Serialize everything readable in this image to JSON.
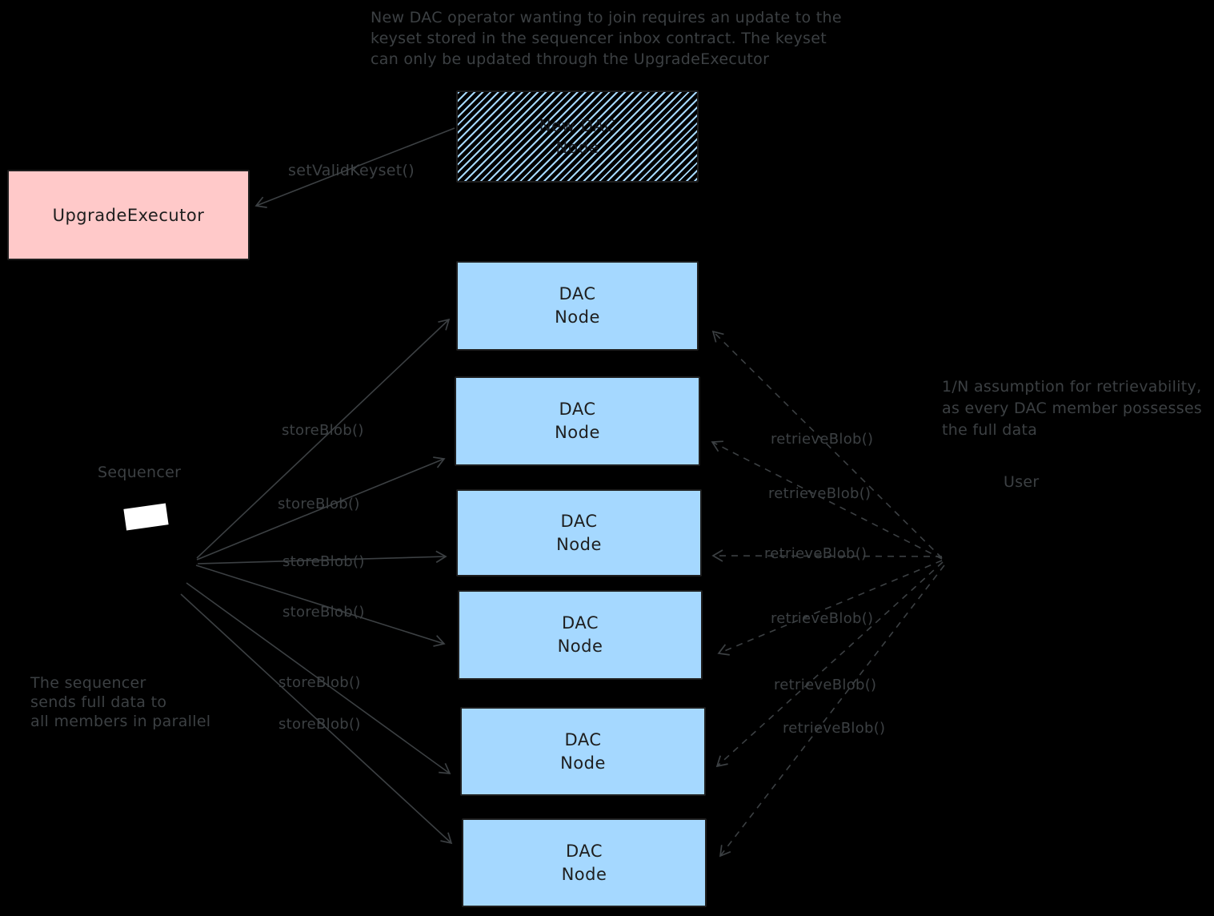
{
  "diagram": {
    "colors": {
      "bg": "#000000",
      "ink": "#3c4043",
      "stroke": "#1e1e1e",
      "node-fill": "#a5d8ff",
      "exec-fill": "#ffc9c9",
      "screen": "#ffffff"
    },
    "top_note": [
      "New DAC operator wanting to join requires an update to the",
      "keyset stored in the sequencer inbox contract. The keyset",
      "can only be updated through the UpgradeExecutor"
    ],
    "right_note": [
      "1/N assumption for retrievability,",
      "as every DAC member possesses",
      "the full data"
    ],
    "left_note": [
      "The sequencer",
      "sends full data to",
      "all members in parallel"
    ],
    "nodes": {
      "upgrade_executor": {
        "label": "UpgradeExecutor"
      },
      "new_dac_node": {
        "lines": [
          "New DAC",
          "Node"
        ]
      },
      "dac_nodes": [
        {
          "lines": [
            "DAC",
            "Node"
          ]
        },
        {
          "lines": [
            "DAC",
            "Node"
          ]
        },
        {
          "lines": [
            "DAC",
            "Node"
          ]
        },
        {
          "lines": [
            "DAC",
            "Node"
          ]
        },
        {
          "lines": [
            "DAC",
            "Node"
          ]
        },
        {
          "lines": [
            "DAC",
            "Node"
          ]
        }
      ],
      "sequencer": {
        "label": "Sequencer"
      },
      "user": {
        "label": "User"
      }
    },
    "edges": {
      "set_valid_keyset_label": "setValidKeyset()",
      "store_blob_labels": [
        "storeBlob()",
        "storeBlob()",
        "storeBlob()",
        "storeBlob()",
        "storeBlob()",
        "storeBlob()"
      ],
      "retrieve_blob_labels": [
        "retrieveBlob()",
        "retrieveBlob()",
        "retrieveBlob()",
        "retrieveBlob()",
        "retrieveBlob()",
        "retrieveBlob()"
      ]
    }
  }
}
